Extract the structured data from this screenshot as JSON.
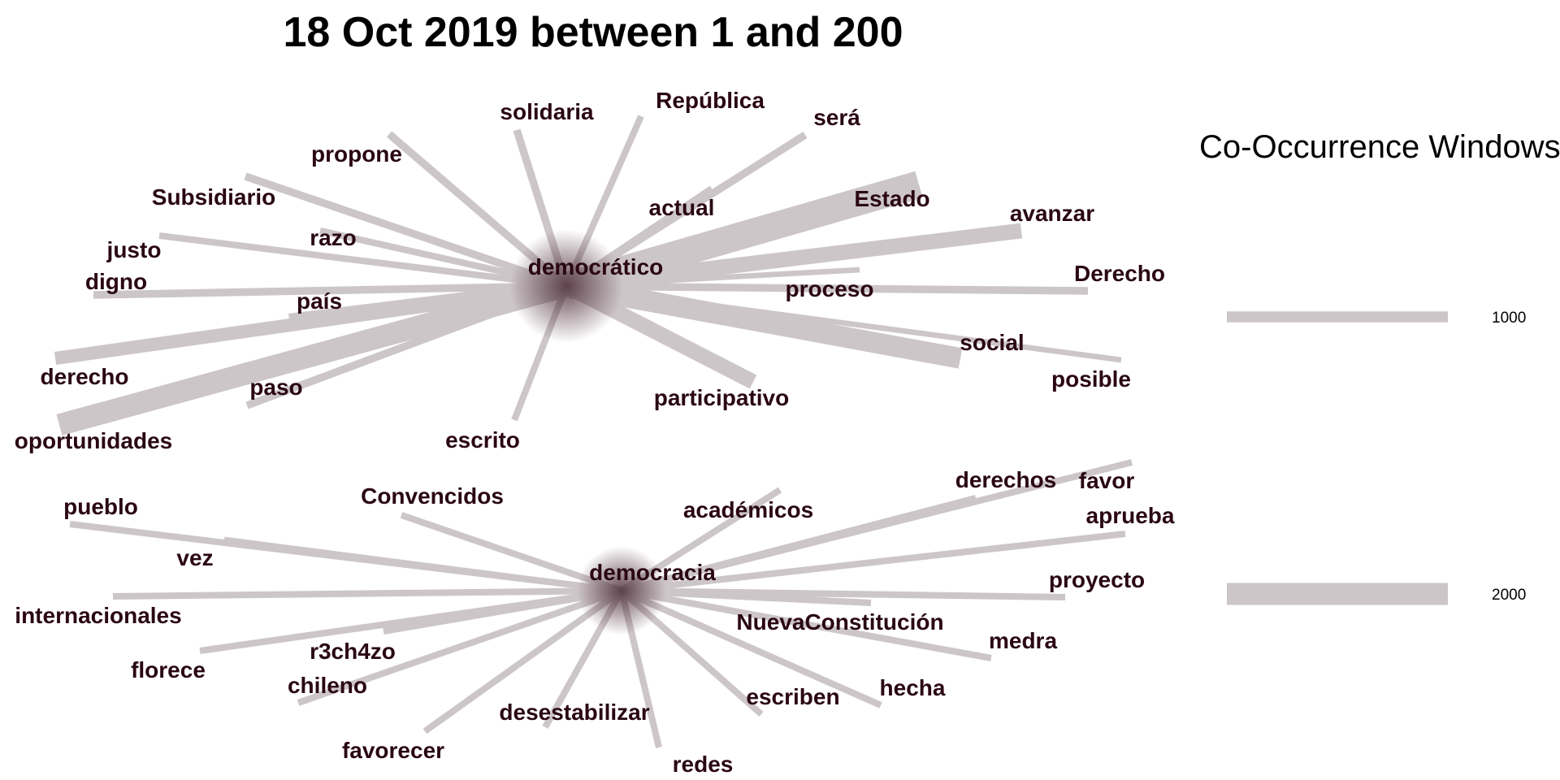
{
  "title": "18 Oct 2019 between 1 and 200",
  "colors": {
    "edge": "#cdc6c9",
    "edge_dark": "#4a2a36",
    "text": "#2a0712",
    "legend_bar": "#cdc6c9"
  },
  "legend": {
    "title": "Co-Occurrence Windows",
    "entries": [
      {
        "label": "1000",
        "value": 1000
      },
      {
        "label": "2000",
        "value": 2000
      }
    ]
  },
  "networks": [
    {
      "center": "democrático",
      "neighbors": [
        {
          "word": "solidaria",
          "weight": 700
        },
        {
          "word": "República",
          "weight": 600
        },
        {
          "word": "será",
          "weight": 700
        },
        {
          "word": "propone",
          "weight": 700
        },
        {
          "word": "Subsidiario",
          "weight": 700
        },
        {
          "word": "actual",
          "weight": 600
        },
        {
          "word": "Estado",
          "weight": 2500
        },
        {
          "word": "avanzar",
          "weight": 1400
        },
        {
          "word": "razo",
          "weight": 600
        },
        {
          "word": "justo",
          "weight": 600
        },
        {
          "word": "digno",
          "weight": 700
        },
        {
          "word": "Derecho",
          "weight": 700
        },
        {
          "word": "país",
          "weight": 1200
        },
        {
          "word": "proceso",
          "weight": 500
        },
        {
          "word": "social",
          "weight": 1900
        },
        {
          "word": "posible",
          "weight": 500
        },
        {
          "word": "derecho",
          "weight": 1200
        },
        {
          "word": "paso",
          "weight": 700
        },
        {
          "word": "participativo",
          "weight": 1400
        },
        {
          "word": "oportunidades",
          "weight": 2000
        },
        {
          "word": "escrito",
          "weight": 600
        }
      ]
    },
    {
      "center": "democracia",
      "neighbors": [
        {
          "word": "pueblo",
          "weight": 600
        },
        {
          "word": "Convencidos",
          "weight": 600
        },
        {
          "word": "académicos",
          "weight": 600
        },
        {
          "word": "derechos",
          "weight": 600
        },
        {
          "word": "favor",
          "weight": 600
        },
        {
          "word": "aprueba",
          "weight": 600
        },
        {
          "word": "vez",
          "weight": 500
        },
        {
          "word": "proyecto",
          "weight": 600
        },
        {
          "word": "internacionales",
          "weight": 600
        },
        {
          "word": "NuevaConstitución",
          "weight": 600
        },
        {
          "word": "r3ch4zo",
          "weight": 600
        },
        {
          "word": "medra",
          "weight": 600
        },
        {
          "word": "florece",
          "weight": 600
        },
        {
          "word": "chileno",
          "weight": 600
        },
        {
          "word": "hecha",
          "weight": 600
        },
        {
          "word": "escriben",
          "weight": 600
        },
        {
          "word": "desestabilizar",
          "weight": 600
        },
        {
          "word": "favorecer",
          "weight": 600
        },
        {
          "word": "redes",
          "weight": 600
        }
      ]
    }
  ]
}
